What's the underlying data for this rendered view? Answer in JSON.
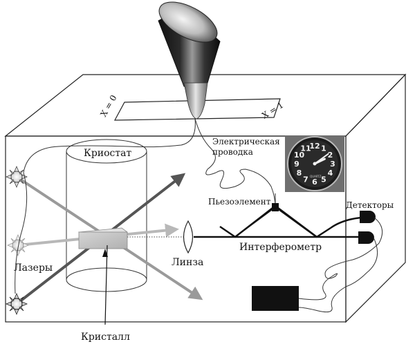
{
  "labels": {
    "x0": "X = 0",
    "x1": "X = 1",
    "cryostat": "Криостат",
    "wiring_line1": "Электрическая",
    "wiring_line2": "проводка",
    "piezo": "Пьезоэлемент",
    "detectors": "Детекторы",
    "interferometer": "Интерферометр",
    "lens": "Линза",
    "lasers": "Лазеры",
    "crystal": "Кристалл"
  },
  "clock": {
    "numbers": [
      "12",
      "1",
      "2",
      "3",
      "4",
      "5",
      "6",
      "7",
      "8",
      "9",
      "10",
      "11"
    ],
    "brand": "QUARTZ",
    "time": {
      "hour": 2,
      "minute": 9
    }
  },
  "colors": {
    "line": "#222222",
    "beam_dark": "#555555",
    "beam_light": "#9a9a9a",
    "beam_lighter": "#b8b8b8",
    "crystal": "#c8c8c8",
    "clock_face": "#2a2a2a",
    "clock_bg": "#6f6f6f"
  }
}
